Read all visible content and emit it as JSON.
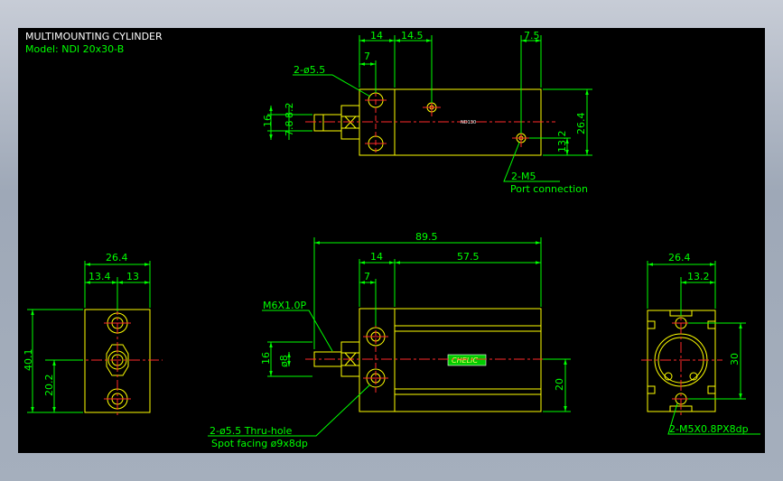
{
  "title": {
    "heading": "MULTIMOUNTING CYLINDER",
    "model": "Model: NDI 20x30-B"
  },
  "top_view": {
    "dim_14": "14",
    "dim_14_5": "14.5",
    "dim_7_5": "7.5",
    "dim_7": "7",
    "dim_16": "16",
    "dim_7_8": "7.8",
    "dim_8_2": "8.2",
    "dim_26_4": "26.4",
    "dim_13_2": "13.2",
    "hole_callout": "2-ø5.5",
    "port_callout": "2-M5",
    "port_note": "Port connection",
    "body_mark": "ND130"
  },
  "front_view": {
    "dim_89_5": "89.5",
    "dim_14": "14",
    "dim_57_5": "57.5",
    "dim_7": "7",
    "dim_16": "16",
    "dim_phi8": "ø8",
    "dim_20": "20",
    "thread_callout": "M6X1.0P",
    "hole_callout": "2-ø5.5 Thru-hole",
    "spot_facing": "Spot facing   ø9x8dp",
    "logo": "CHELIC"
  },
  "left_view": {
    "dim_26_4": "26.4",
    "dim_13_4": "13.4",
    "dim_13": "13",
    "dim_40_1": "40.1",
    "dim_20_2": "20.2"
  },
  "right_view": {
    "dim_26_4": "26.4",
    "dim_13_2": "13.2",
    "dim_30": "30",
    "thread_callout": "2-M5X0.8PX8dp"
  },
  "colors": {
    "background": "#000000",
    "outline": "#ffff00",
    "dimension": "#00ff00",
    "centerline": "#ff2a2a",
    "text": "#ffffff",
    "frame": "#a3adbb"
  }
}
